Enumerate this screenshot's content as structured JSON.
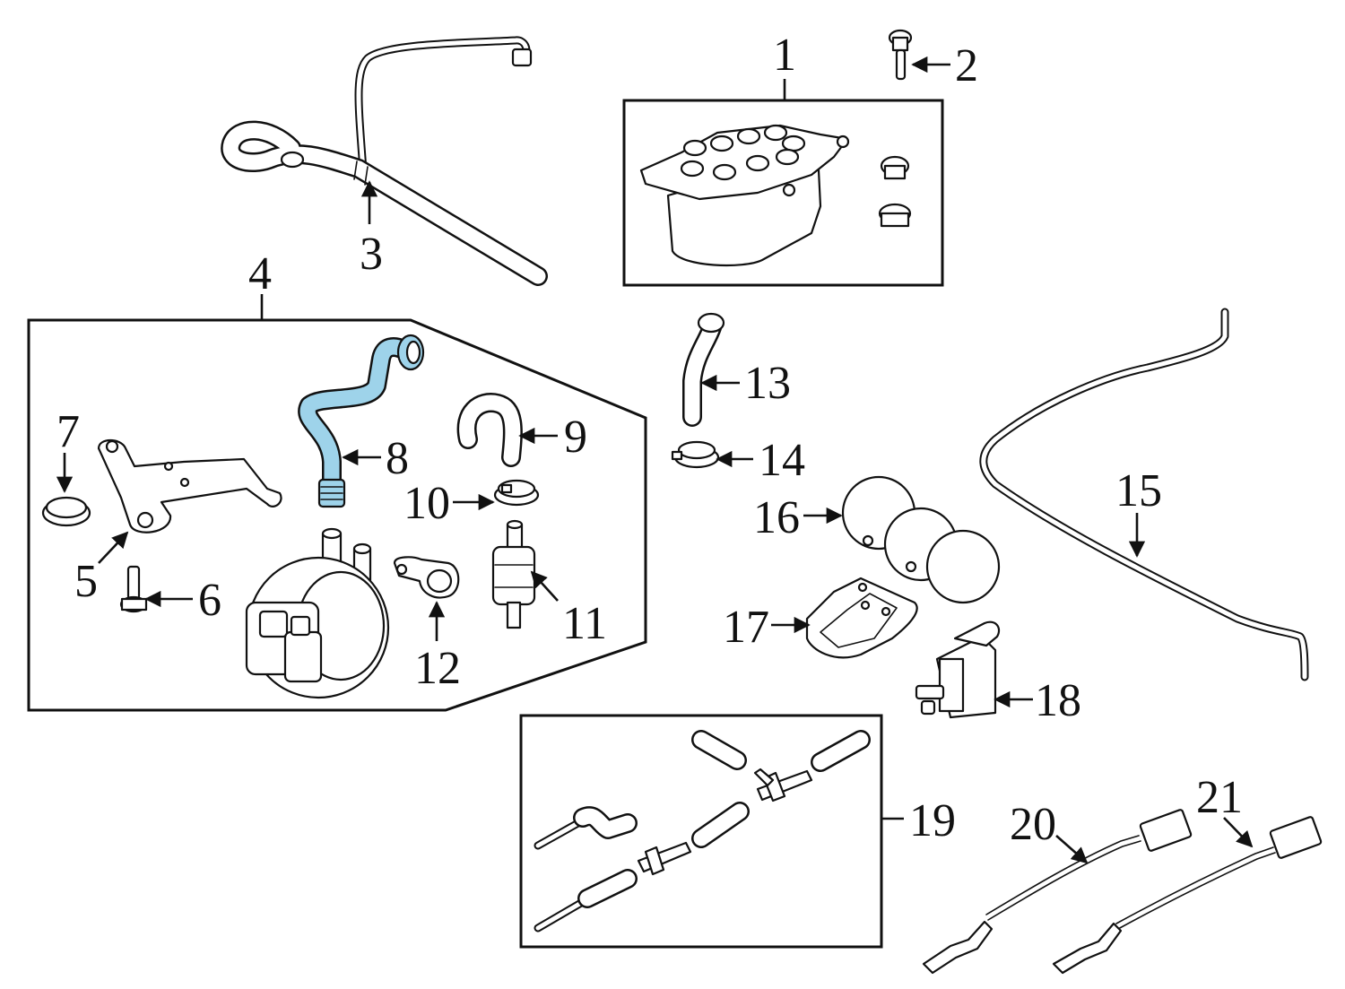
{
  "callouts": [
    {
      "id": "1",
      "label": "1"
    },
    {
      "id": "2",
      "label": "2"
    },
    {
      "id": "3",
      "label": "3"
    },
    {
      "id": "4",
      "label": "4"
    },
    {
      "id": "5",
      "label": "5"
    },
    {
      "id": "6",
      "label": "6"
    },
    {
      "id": "7",
      "label": "7"
    },
    {
      "id": "8",
      "label": "8"
    },
    {
      "id": "9",
      "label": "9"
    },
    {
      "id": "10",
      "label": "10"
    },
    {
      "id": "11",
      "label": "11"
    },
    {
      "id": "12",
      "label": "12"
    },
    {
      "id": "13",
      "label": "13"
    },
    {
      "id": "14",
      "label": "14"
    },
    {
      "id": "15",
      "label": "15"
    },
    {
      "id": "16",
      "label": "16"
    },
    {
      "id": "17",
      "label": "17"
    },
    {
      "id": "18",
      "label": "18"
    },
    {
      "id": "19",
      "label": "19"
    },
    {
      "id": "20",
      "label": "20"
    },
    {
      "id": "21",
      "label": "21"
    }
  ],
  "colors": {
    "line": "#111111",
    "highlight": "#9ed3ea",
    "background": "#ffffff"
  }
}
